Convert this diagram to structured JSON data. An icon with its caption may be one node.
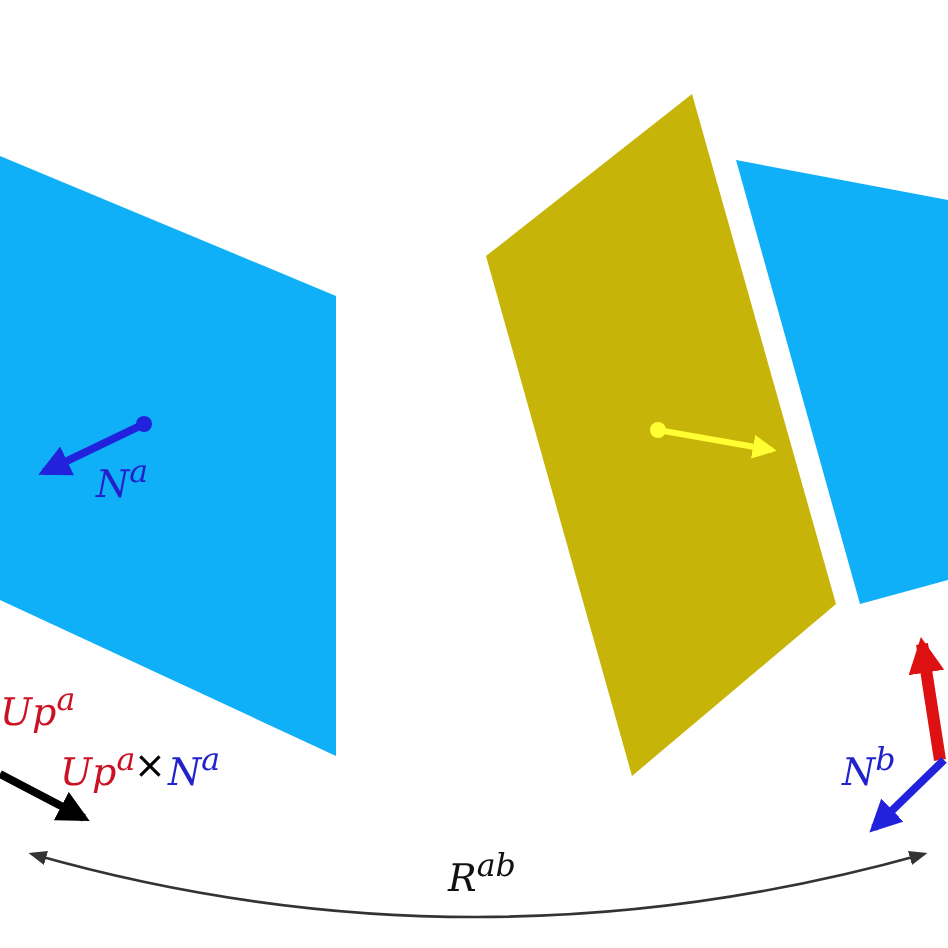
{
  "diagram": {
    "labels": [
      "N$^{a}$",
      "Up$^{a}$",
      "Up$^{a}$",
      "×",
      "N$^{a}$",
      "N$^{b}$",
      "R$^{ab}$"
    ]
  }
}
